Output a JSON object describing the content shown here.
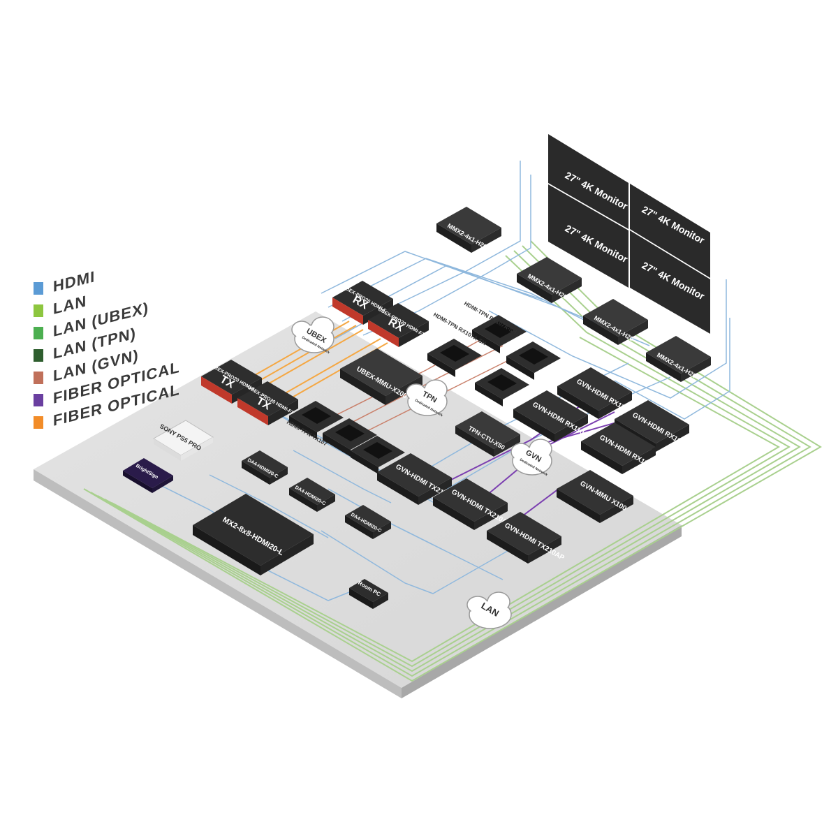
{
  "legend": [
    {
      "label": "HDMI",
      "color": "#5b9bd5"
    },
    {
      "label": "LAN",
      "color": "#8dc63f"
    },
    {
      "label": "LAN (UBEX)",
      "color": "#4caf50"
    },
    {
      "label": "LAN (TPN)",
      "color": "#2e5e2e"
    },
    {
      "label": "LAN (GVN)",
      "color": "#c0705a"
    },
    {
      "label": "FIBER OPTICAL",
      "color": "#6a3fa0"
    },
    {
      "label": "FIBER OPTICAL",
      "color": "#f28c28"
    }
  ],
  "devices": {
    "monitor_1": "27\" 4K Monitor",
    "monitor_2": "27\" 4K Monitor",
    "monitor_3": "27\" 4K Monitor",
    "monitor_4": "27\" 4K Monitor",
    "mmx_1": "MMX2-4x1-H20",
    "mmx_2": "MMX2-4x1-H20",
    "mmx_3": "MMX2-4x1-H20",
    "mmx_4": "MMX2-4x1-H20",
    "ubex_rx_1_model": "UBEX-PRO20 HDMI-F100",
    "ubex_rx_1_tag": "RX",
    "ubex_rx_2_model": "UBEX-PRO20 HDMI-F100",
    "ubex_rx_2_tag": "RX",
    "ubex_tx_1_model": "UBEX-PRO20 HDMI-F100",
    "ubex_tx_1_tag": "TX",
    "ubex_tx_2_model": "UBEX-PRO20 HDMI-F100",
    "ubex_tx_2_tag": "TX",
    "tpn_rx_label": "HDMI-TPN RX107A-SH",
    "tpn_rx_label_2": "HDMI-TPN RX107A-SH",
    "tpn_tx_label": "HDMI-TPN-TX107",
    "ubex_mmu": "UBEX-MMU-X200",
    "tpn_ctu": "TPN-CTU-X50",
    "gvn_rx_1": "GVN-HDMI RX110AP",
    "gvn_rx_2": "GVN-HDMI RX110AP",
    "gvn_rx_3": "GVN-HDMI RX110AP",
    "gvn_rx_4": "GVN-HDMI RX110AP",
    "gvn_tx_1": "GVN-HDMI TX210AP",
    "gvn_tx_2": "GVN-HDMI TX210AP",
    "gvn_tx_3": "GVN-HDMI TX210AP",
    "gvn_mmu": "GVN-MMU X100",
    "da_1": "DA4-HDMI20-C",
    "da_2": "DA4-HDMI20-C",
    "da_3": "DA4-HDMI20-C",
    "matrix": "MX2-8x8-HDMI20-L",
    "ps5": "SONY PS5 PRO",
    "brightsign": "BrightSign",
    "room_pc": "Room PC"
  },
  "clouds": {
    "ubex": {
      "title": "UBEX",
      "subtitle": "Dedicated Network"
    },
    "tpn": {
      "title": "TPN",
      "subtitle": "Dedicated Network"
    },
    "gvn": {
      "title": "GVN",
      "subtitle": "Dedicated Network"
    },
    "lan": {
      "title": "LAN",
      "subtitle": ""
    }
  }
}
